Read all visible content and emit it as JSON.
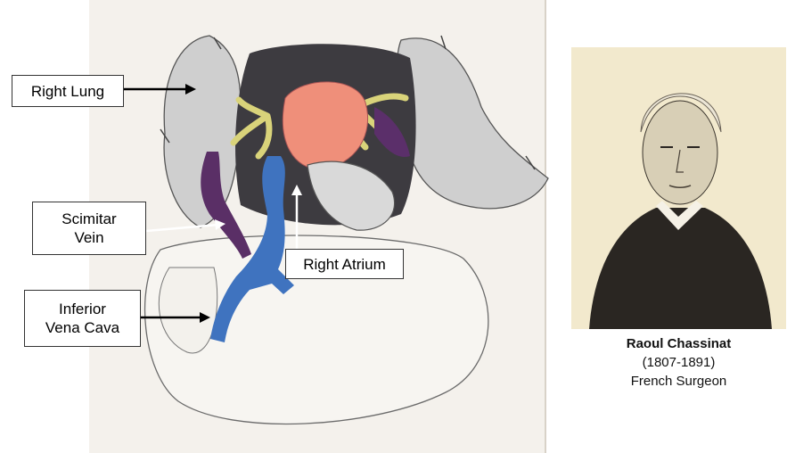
{
  "labels": {
    "right_lung": "Right Lung",
    "scimitar_vein_line1": "Scimitar",
    "scimitar_vein_line2": "Vein",
    "right_atrium": "Right Atrium",
    "ivc_line1": "Inferior",
    "ivc_line2": "Vena Cava"
  },
  "caption": {
    "name": "Raoul Chassinat",
    "years": "(1807-1891)",
    "role": "French Surgeon"
  },
  "colors": {
    "atrium": "#ef8f7a",
    "vein": "#3f73bf",
    "scimitar": "#5a2f66",
    "bronchi": "#d9d37a",
    "tissue": "#cfcfcf",
    "paper": "#f4f1ec",
    "portrait_bg": "#f2e9cd"
  }
}
